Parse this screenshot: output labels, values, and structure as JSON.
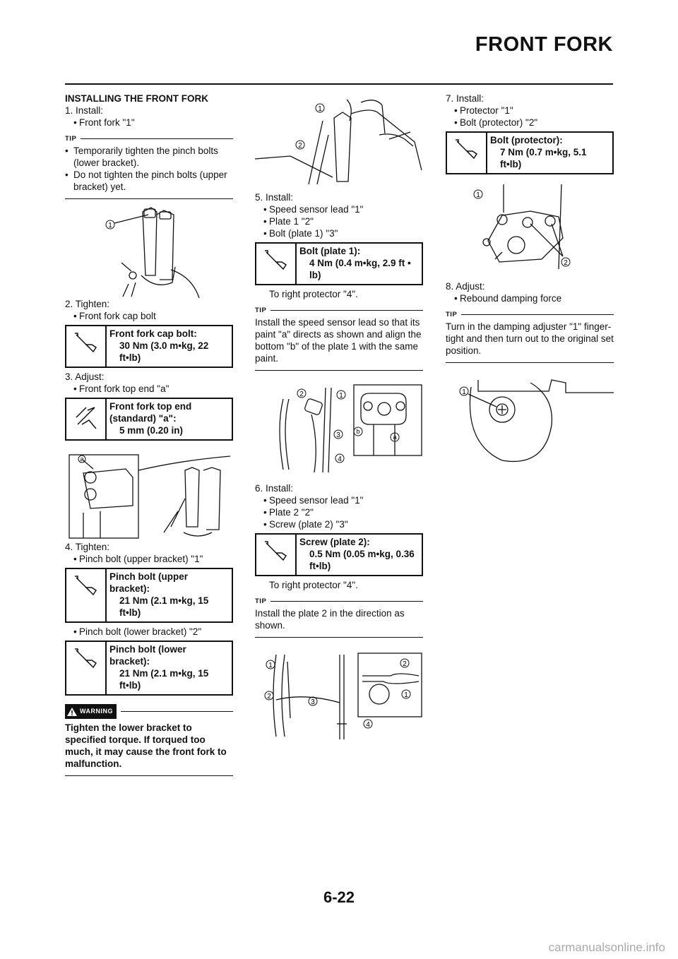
{
  "header": {
    "title": "FRONT FORK"
  },
  "col1": {
    "heading": "INSTALLING THE FRONT FORK",
    "step1": "1.  Install:",
    "step1_item": "Front fork \"1\"",
    "tip_label": "TIP",
    "tip1_items": [
      "Temporarily tighten the pinch bolts (lower bracket).",
      "Do not tighten the pinch bolts (upper bracket) yet."
    ],
    "step2": "2.  Tighten:",
    "step2_item": "Front fork cap bolt",
    "spec1_name": "Front fork cap bolt:",
    "spec1_val": "30 Nm (3.0 m•kg, 22 ft•lb)",
    "step3": "3.  Adjust:",
    "step3_item": "Front fork top end \"a\"",
    "spec2_name": "Front fork top end (standard) \"a\":",
    "spec2_val": "5 mm (0.20 in)",
    "step4": "4.  Tighten:",
    "step4_item1": "Pinch bolt (upper bracket) \"1\"",
    "spec3_name": "Pinch bolt (upper bracket):",
    "spec3_val": "21 Nm (2.1 m•kg, 15 ft•lb)",
    "step4_item2": "Pinch bolt (lower bracket) \"2\"",
    "spec4_name": "Pinch bolt (lower bracket):",
    "spec4_val": "21 Nm (2.1 m•kg, 15 ft•lb)",
    "warning_label": "WARNING",
    "warning_text": "Tighten the lower bracket to specified torque. If torqued too much, it may cause the front fork to malfunction."
  },
  "col2": {
    "step5": "5.  Install:",
    "step5_items": [
      "Speed sensor lead \"1\"",
      "Plate 1 \"2\"",
      "Bolt (plate 1) \"3\""
    ],
    "spec5_name": "Bolt (plate 1):",
    "spec5_val": "4 Nm (0.4 m•kg, 2.9 ft • lb)",
    "note5": "To right protector \"4\".",
    "tip_label": "TIP",
    "tip5": "Install the speed sensor lead so that its paint \"a\" directs as shown and align the bottom \"b\" of the plate 1 with the same paint.",
    "step6": "6.  Install:",
    "step6_items": [
      "Speed sensor lead \"1\"",
      "Plate 2 \"2\"",
      "Screw (plate 2) \"3\""
    ],
    "spec6_name": "Screw (plate 2):",
    "spec6_val": "0.5 Nm (0.05 m•kg, 0.36 ft•lb)",
    "note6": "To right protector \"4\".",
    "tip6": "Install the plate 2 in the direction as shown."
  },
  "col3": {
    "step7": "7.  Install:",
    "step7_items": [
      "Protector \"1\"",
      "Bolt (protector) \"2\""
    ],
    "spec7_name": "Bolt (protector):",
    "spec7_val": "7 Nm (0.7 m•kg, 5.1 ft•lb)",
    "step8": "8.  Adjust:",
    "step8_item": "Rebound damping force",
    "tip_label": "TIP",
    "tip8": "Turn in the damping adjuster \"1\" finger-tight and then turn out to the original set position."
  },
  "page_number": "6-22",
  "footer": "carmanualsonline.info",
  "callouts": {
    "n1": "1",
    "n2": "2",
    "n3": "3",
    "n4": "4",
    "a": "a",
    "b": "b"
  }
}
